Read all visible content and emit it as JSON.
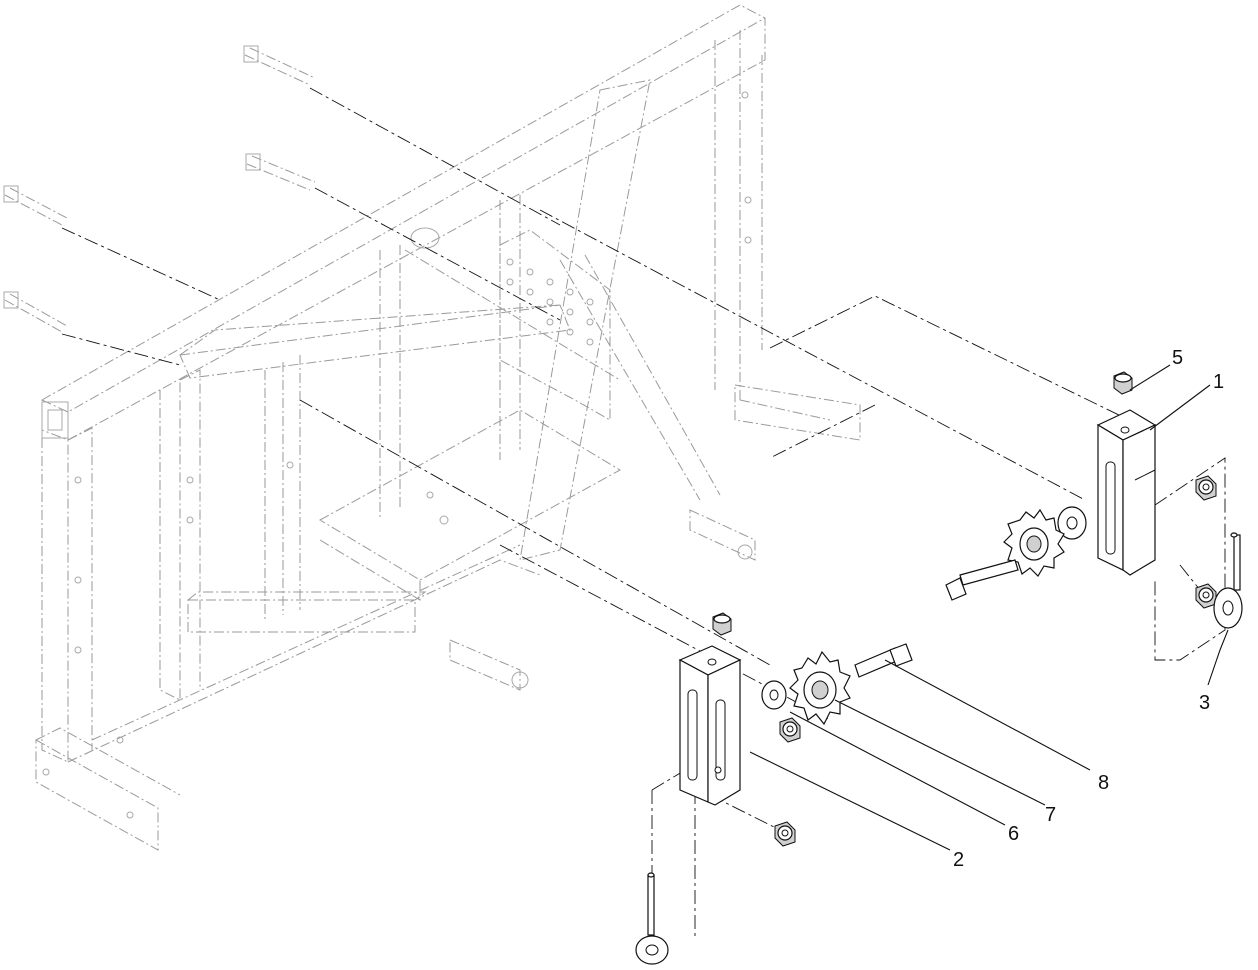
{
  "callouts": [
    {
      "id": "1",
      "label": "1"
    },
    {
      "id": "2",
      "label": "2"
    },
    {
      "id": "3",
      "label": "3"
    },
    {
      "id": "5",
      "label": "5"
    },
    {
      "id": "6",
      "label": "6"
    },
    {
      "id": "7",
      "label": "7"
    },
    {
      "id": "8",
      "label": "8"
    }
  ]
}
